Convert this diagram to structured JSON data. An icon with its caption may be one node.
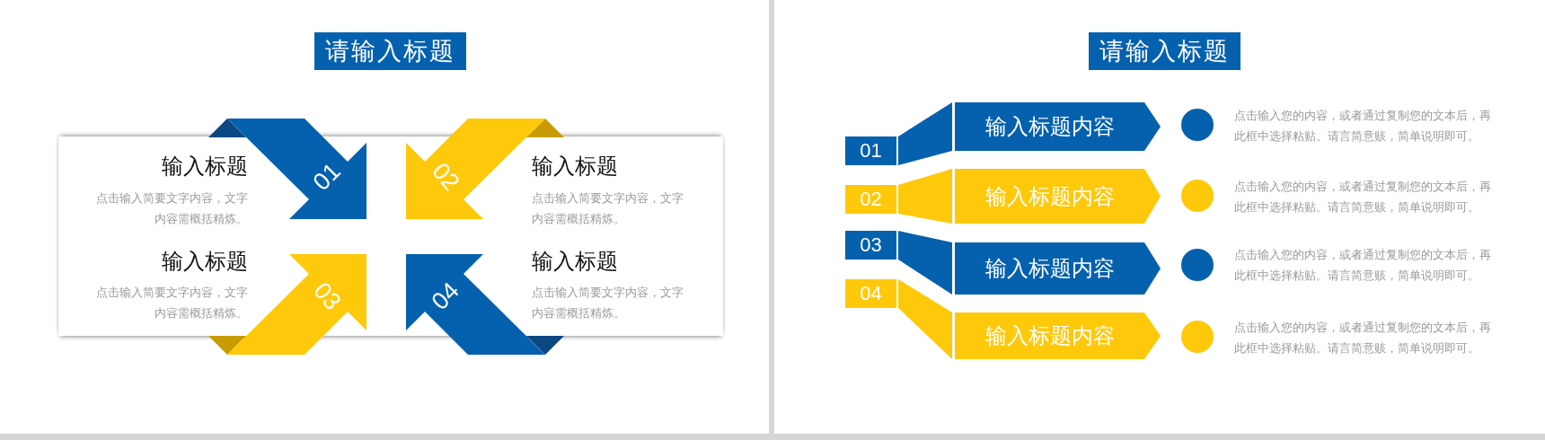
{
  "diagram": {
    "nodes": [
      {
        "text": [
          "请输入标题"
        ]
      },
      {
        "text": [
          "01"
        ],
        "beside": [
          "输入标题",
          "点击输入简要文字内容，文字内容需概括精炼。"
        ]
      },
      {
        "text": [
          "02"
        ],
        "beside": [
          "输入标题",
          "点击输入简要文字内容，文字内容需概括精炼。"
        ]
      },
      {
        "text": [
          "03"
        ],
        "beside": [
          "输入标题",
          "点击输入简要文字内容，文字内容需概括精炼。"
        ]
      },
      {
        "text": [
          "04"
        ],
        "beside": [
          "输入标题",
          "点击输入简要文字内容，文字内容需概括精炼。"
        ]
      },
      {
        "text": [
          "请输入标题"
        ]
      },
      {
        "text": [
          "01"
        ]
      },
      {
        "text": [
          "输入标题内容"
        ]
      },
      {
        "text": [],
        "shape": "circle",
        "beside": [
          "点击输入您的内容，或者通过复制您的文本后，再此框中选择粘贴。请言简意赅，简单说明即可。"
        ]
      },
      {
        "text": [
          "02"
        ]
      },
      {
        "text": [
          "输入标题内容"
        ]
      },
      {
        "text": [],
        "shape": "circle",
        "beside": [
          "点击输入您的内容，或者通过复制您的文本后，再此框中选择粘贴。请言简意赅，简单说明即可。"
        ]
      },
      {
        "text": [
          "03"
        ]
      },
      {
        "text": [
          "输入标题内容"
        ]
      },
      {
        "text": [],
        "shape": "circle",
        "beside": [
          "点击输入您的内容，或者通过复制您的文本后，再此框中选择粘贴。请言简意赅，简单说明即可。"
        ]
      },
      {
        "text": [
          "04"
        ]
      },
      {
        "text": [
          "输入标题内容"
        ]
      },
      {
        "text": [],
        "shape": "circle",
        "beside": [
          "点击输入您的内容，或者通过复制您的文本后，再此框中选择粘贴。请言简意赅，简单说明即可。"
        ]
      }
    ],
    "edges": [
      {
        "from": 6,
        "to": 7,
        "arrow": "none",
        "color": "#0561ae"
      },
      {
        "from": 9,
        "to": 10,
        "arrow": "none",
        "color": "#ffc90b"
      },
      {
        "from": 12,
        "to": 13,
        "arrow": "none",
        "color": "#0561ae"
      },
      {
        "from": 15,
        "to": 16,
        "arrow": "none",
        "color": "#ffc90b"
      }
    ]
  }
}
